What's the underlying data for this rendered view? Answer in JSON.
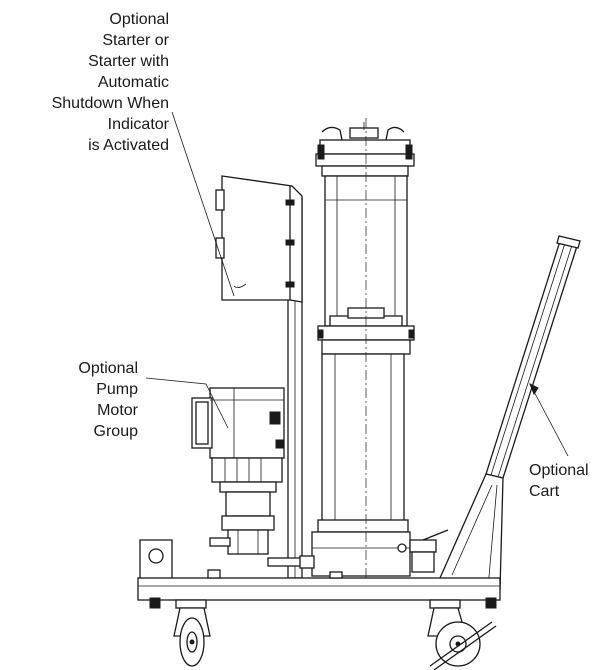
{
  "callouts": {
    "starter": [
      "Optional",
      "Starter or",
      "Starter with",
      "Automatic",
      "Shutdown When",
      "Indicator",
      "is Activated"
    ],
    "pump": [
      "Optional",
      "Pump",
      "Motor",
      "Group"
    ],
    "cart": [
      "Optional",
      "Cart"
    ]
  }
}
